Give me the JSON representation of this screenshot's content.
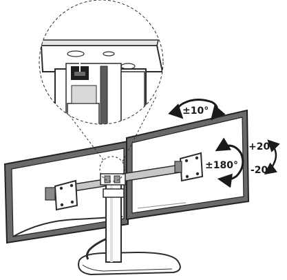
{
  "annotations": {
    "swivel": "±10°",
    "rotation": "±180°",
    "tilt_up": "+20°",
    "tilt_down": "-20°"
  }
}
